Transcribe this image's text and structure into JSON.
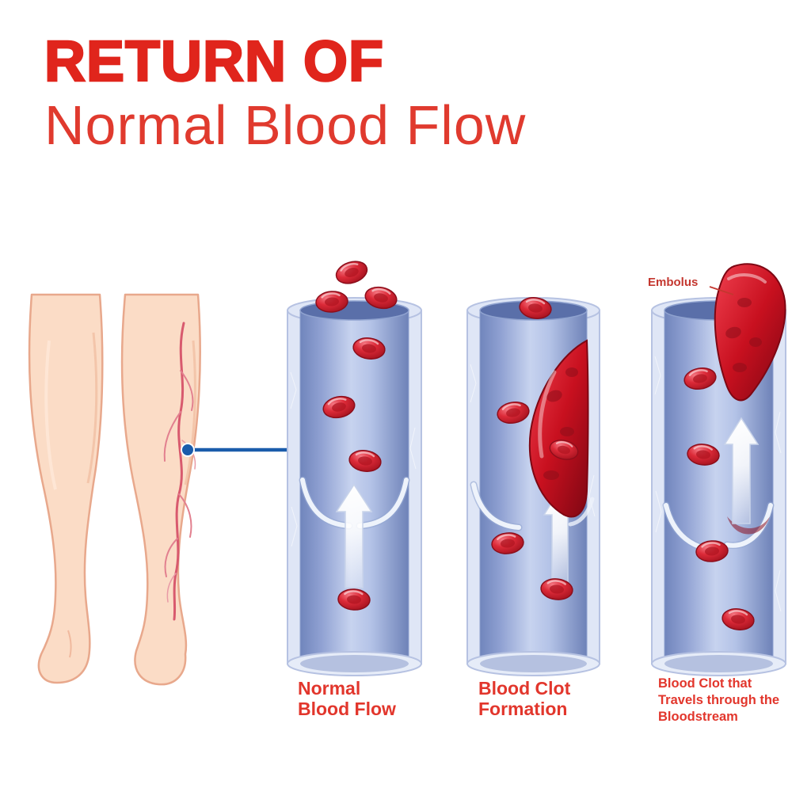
{
  "title": {
    "line1": "RETURN OF",
    "line2": "Normal Blood Flow"
  },
  "panels": [
    {
      "id": "normal-blood-flow",
      "label_lines": [
        "Normal",
        "Blood Flow"
      ]
    },
    {
      "id": "blood-clot-formation",
      "label_lines": [
        "Blood Clot",
        "Formation"
      ]
    },
    {
      "id": "embolus-travel",
      "label_lines": [
        "Blood Clot that",
        "Travels through the",
        "Bloodstream"
      ],
      "annotation": "Embolus"
    }
  ],
  "colors": {
    "accent_red": "#e0251c",
    "label_red": "#e2362c",
    "pointer_blue": "#1a5cab",
    "vein_wall": "#dfe6f6",
    "vein_interior": "#7186bc",
    "blood_red": "#c41420",
    "skin": "#fbdcc6"
  }
}
